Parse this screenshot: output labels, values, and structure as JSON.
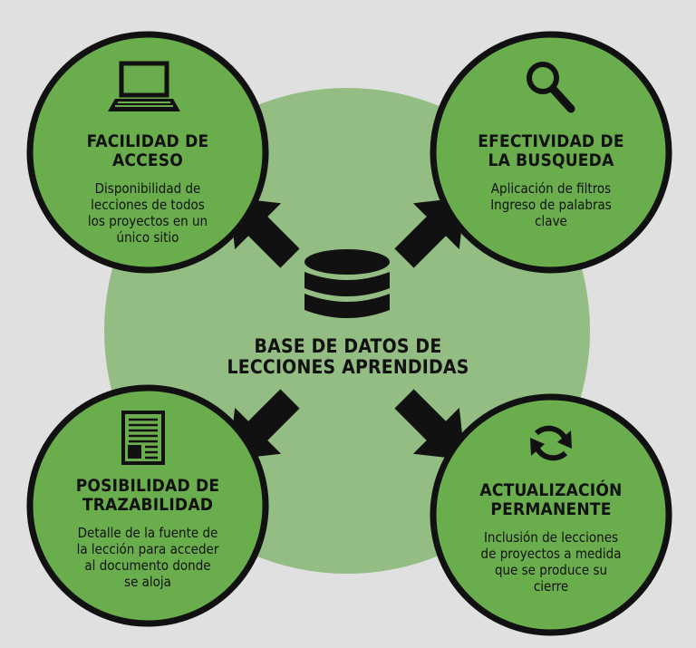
{
  "center": {
    "icon": "database-icon",
    "title_line1": "BASE DE DATOS DE",
    "title_line2": "LECCIONES APRENDIDAS"
  },
  "nodes": [
    {
      "id": "top-left",
      "icon": "laptop-icon",
      "title_line1": "FACILIDAD DE",
      "title_line2": "ACCESO",
      "desc": [
        "Disponibilidad de",
        "lecciones de todos",
        "los proyectos en un",
        "único sitio"
      ]
    },
    {
      "id": "top-right",
      "icon": "search-icon",
      "title_line1": "EFECTIVIDAD DE",
      "title_line2": "LA BUSQUEDA",
      "desc": [
        "Aplicación de filtros",
        "Ingreso de palabras",
        "clave"
      ]
    },
    {
      "id": "bottom-left",
      "icon": "document-icon",
      "title_line1": "POSIBILIDAD DE",
      "title_line2": "TRAZABILIDAD",
      "desc": [
        "Detalle de la fuente de",
        "la lección para acceder",
        "al documento donde",
        "se aloja"
      ]
    },
    {
      "id": "bottom-right",
      "icon": "refresh-icon",
      "title_line1": "ACTUALIZACIÓN",
      "title_line2": "PERMANENTE",
      "desc": [
        "Inclusión de lecciones",
        "de proyectos a medida",
        "que se produce su",
        "cierre"
      ]
    }
  ],
  "colors": {
    "background": "#e0e0e0",
    "big_circle": "#93bd82",
    "node_fill": "#6aad4d",
    "stroke": "#111111"
  }
}
